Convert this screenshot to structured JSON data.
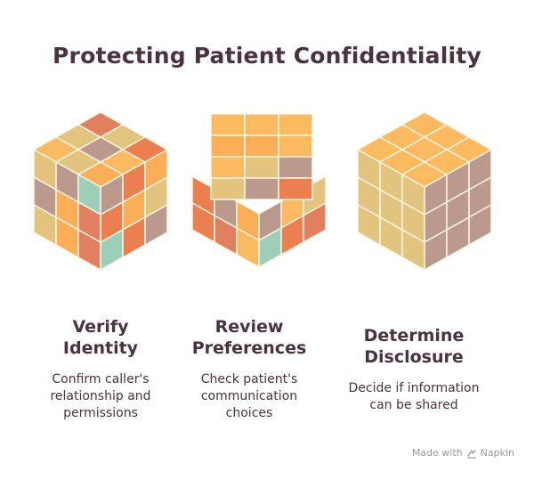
{
  "title": "Protecting Patient Confidentiality",
  "steps": [
    {
      "title_lines": [
        "Verify",
        "Identity"
      ],
      "desc_lines": [
        "Confirm caller's",
        "relationship and",
        "permissions"
      ]
    },
    {
      "title_lines": [
        "Review",
        "Preferences"
      ],
      "desc_lines": [
        "Check patient's",
        "communication",
        "choices"
      ]
    },
    {
      "title_lines": [
        "Determine",
        "Disclosure"
      ],
      "desc_lines": [
        "Decide if information",
        "can be shared"
      ]
    }
  ],
  "footer": {
    "prefix": "Made with",
    "brand": "Napkin",
    "icon": "napkin-logo-icon"
  },
  "colors": {
    "text": "#4a3240",
    "orange_light": "#fbb960",
    "orange": "#f9ae57",
    "khaki": "#e3c47f",
    "taupe": "#bb9a8d",
    "coral": "#ec7f4f",
    "terracotta": "#e0805f",
    "mint": "#9dcfb8",
    "salmon": "#f79e73",
    "outline": "#fff5e4"
  }
}
